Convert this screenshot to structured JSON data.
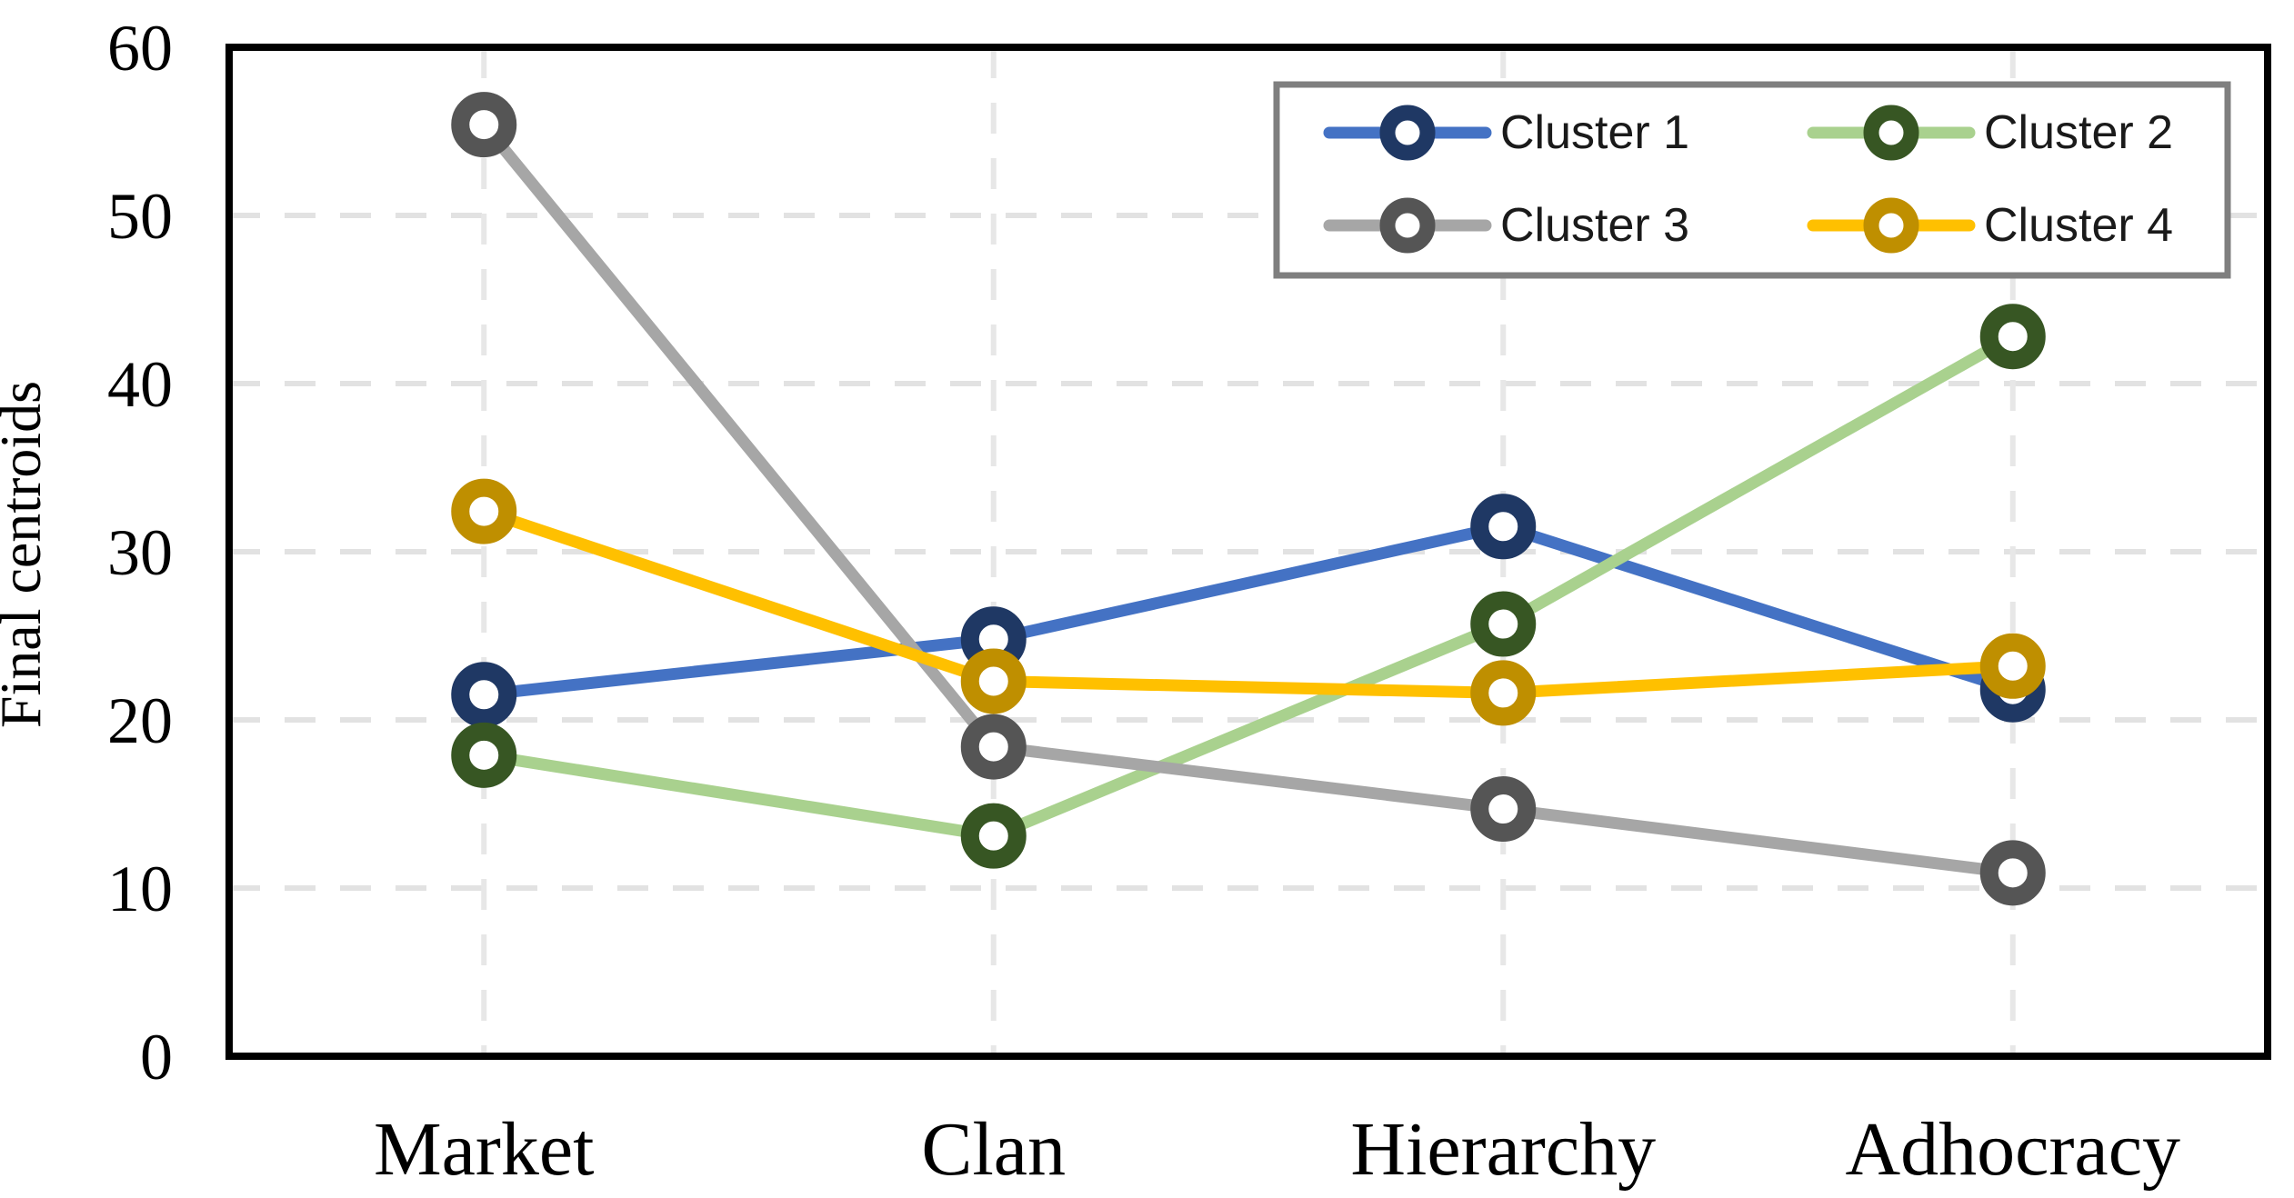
{
  "chart_data": {
    "type": "line",
    "title": "",
    "ylabel": "Final centroids",
    "xlabel": "",
    "categories": [
      "Market",
      "Clan",
      "Hierarchy",
      "Adhocracy"
    ],
    "ylim": [
      0,
      60
    ],
    "yticks": [
      0,
      10,
      20,
      30,
      40,
      50,
      60
    ],
    "grid": "dashed",
    "legend_position": "top-right",
    "legend_rows": 2,
    "legend_cols": 2,
    "series": [
      {
        "name": "Cluster 1",
        "line_color": "#4472C4",
        "marker_color": "#1F3864",
        "values": [
          21.5,
          24.8,
          31.5,
          21.8
        ]
      },
      {
        "name": "Cluster 2",
        "line_color": "#A9D18E",
        "marker_color": "#375623",
        "values": [
          17.9,
          13.1,
          25.7,
          42.8
        ]
      },
      {
        "name": "Cluster 3",
        "line_color": "#A6A6A6",
        "marker_color": "#555555",
        "values": [
          55.4,
          18.4,
          14.7,
          10.9
        ]
      },
      {
        "name": "Cluster 4",
        "line_color": "#FFC000",
        "marker_color": "#BF8F00",
        "values": [
          32.4,
          22.3,
          21.6,
          23.2
        ]
      }
    ],
    "colors": {
      "frame": "#000000",
      "gridline_h": "#E2E2E2",
      "gridline_v": "#E7E7E7",
      "legend_border": "#7F7F7F",
      "background": "#FFFFFF",
      "text": "#000000"
    }
  }
}
